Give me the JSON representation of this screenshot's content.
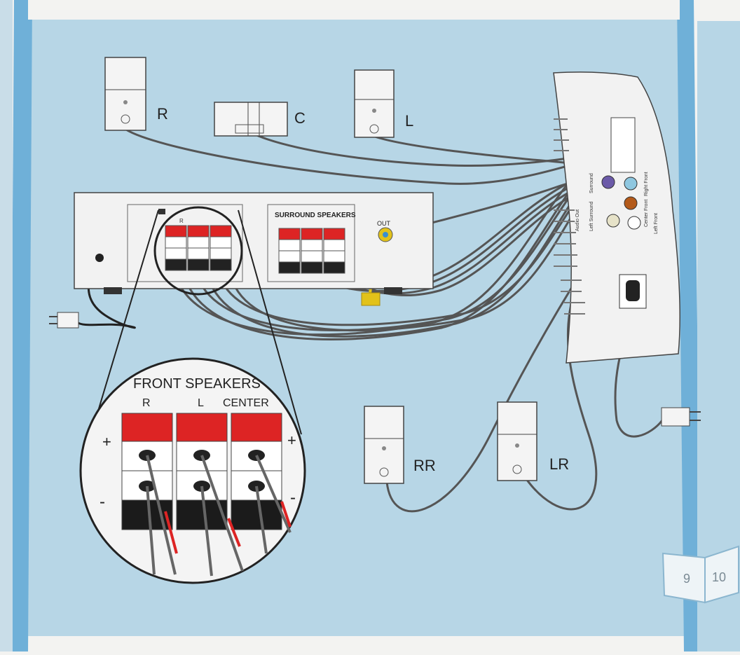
{
  "speakers": {
    "right": "R",
    "center": "C",
    "left": "L",
    "rear_right": "RR",
    "rear_left": "LR"
  },
  "amplifier": {
    "surround_label": "SURROUND SPEAKERS",
    "out_label": "OUT",
    "front_small_r": "R"
  },
  "zoom": {
    "title": "FRONT SPEAKERS",
    "col_r": "R",
    "col_l": "L",
    "col_center": "CENTER",
    "plus": "+",
    "minus": "-"
  },
  "sub": {
    "audio_out": "Audio Out",
    "right_front": "Right Front",
    "center_front": "Center Front",
    "left_front": "Left Front",
    "surround": "Surround",
    "left_surround": "Left Surround"
  },
  "pages": {
    "left": "9",
    "right": "10"
  },
  "colors": {
    "background": "#b7d6e6",
    "frame": "#6fb0d8",
    "terminal_red": "#dd2424",
    "wire": "#5a5a5a",
    "coax_yellow": "#e2c21a"
  }
}
